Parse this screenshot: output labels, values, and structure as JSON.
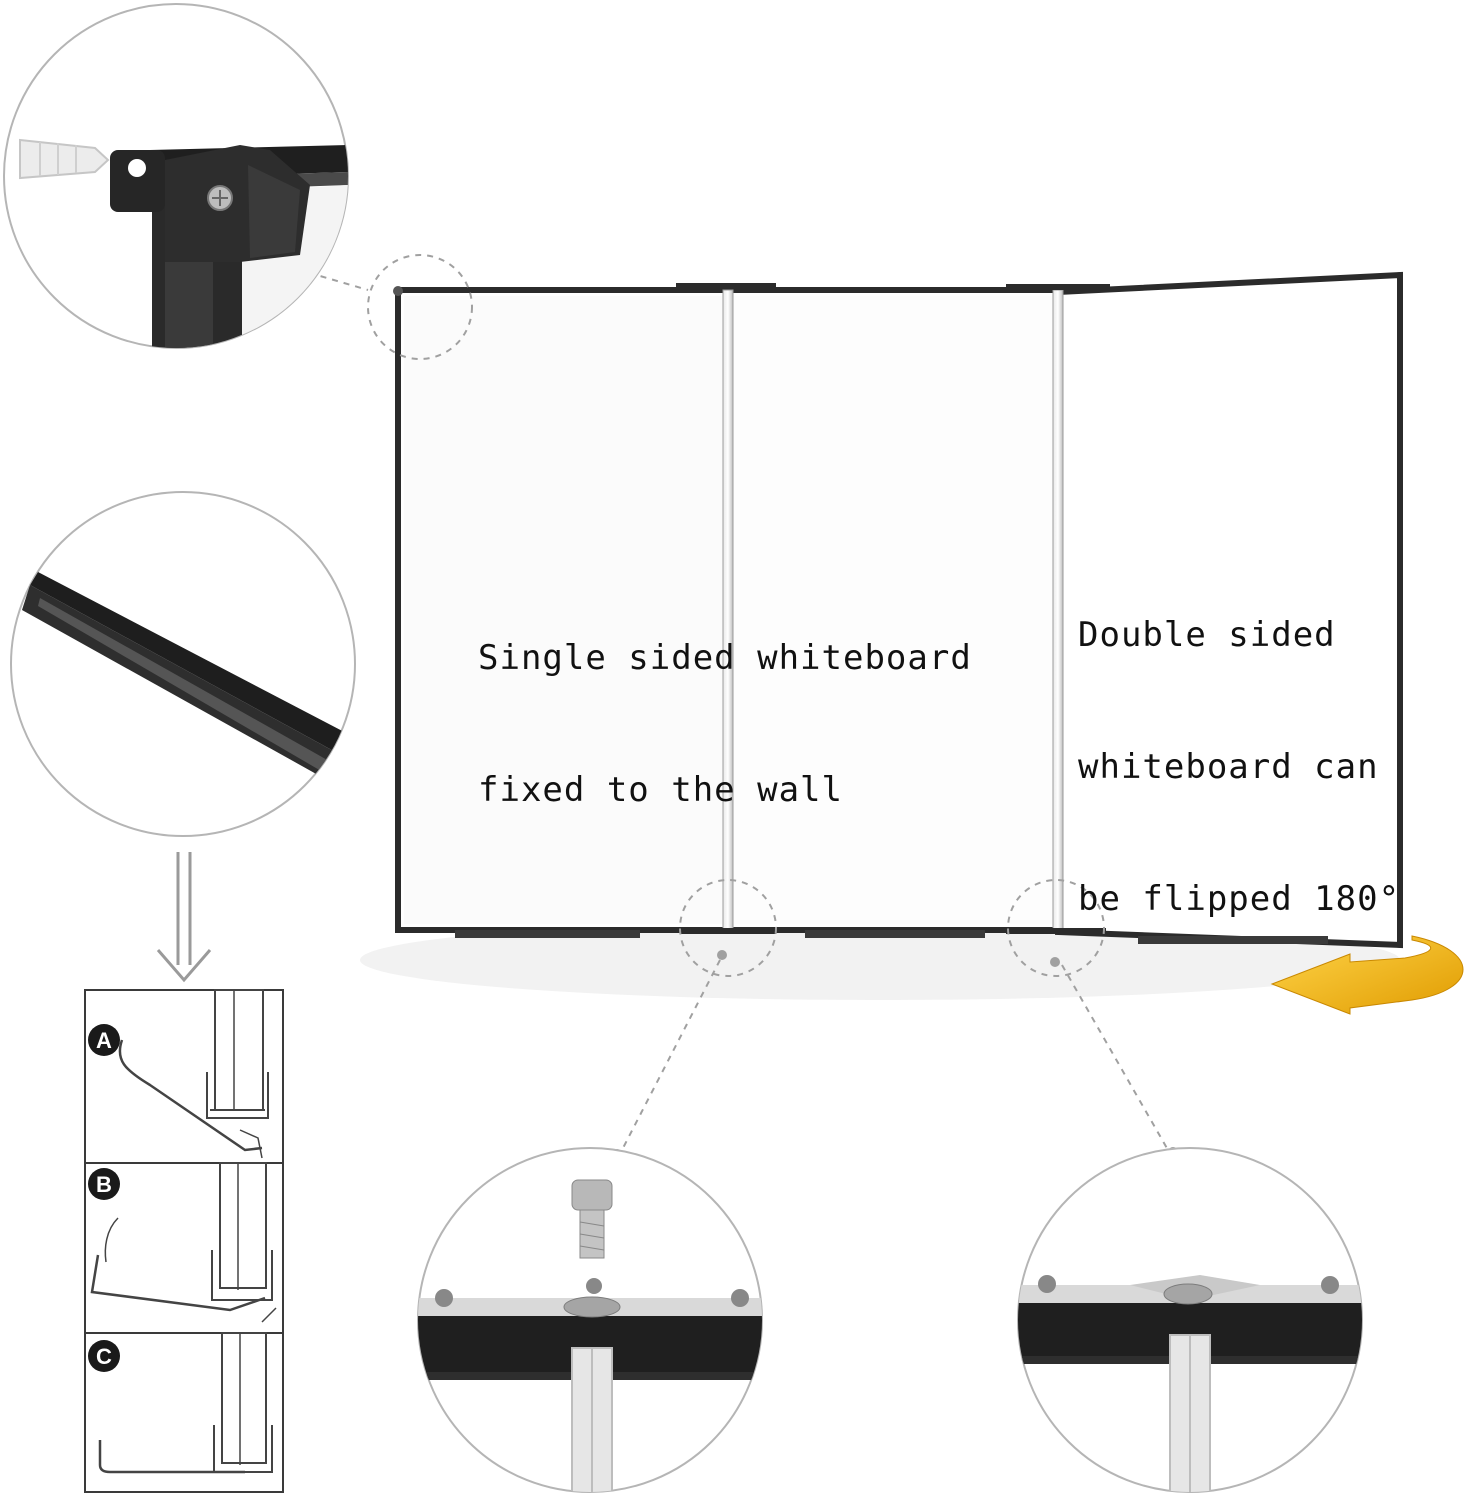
{
  "board": {
    "left_caption_line1": "Single sided whiteboard",
    "left_caption_line2": "fixed to the wall",
    "right_caption_line1": "Double sided",
    "right_caption_line2": "whiteboard can",
    "right_caption_line3": "be flipped 180°"
  },
  "steps": {
    "a": "A",
    "b": "B",
    "c": "C"
  },
  "colors": {
    "frame": "#2b2b2b",
    "hinge": "#c8c8c8",
    "flip_arrow": "#f5b400",
    "callout_line": "#a0a0a0"
  },
  "icons": [
    "wall-anchor-icon",
    "screw-icon",
    "flip-arrow-icon",
    "down-arrow-icon"
  ]
}
